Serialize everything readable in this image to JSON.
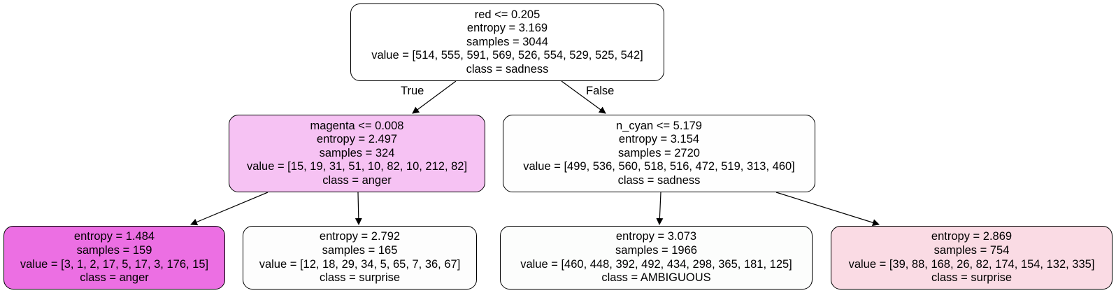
{
  "tree": {
    "nodes": [
      {
        "id": "root",
        "lines": [
          "red <= 0.205",
          "entropy = 3.169",
          "samples = 3044",
          "value = [514, 555, 591, 569, 526, 554, 529, 525, 542]",
          "class = sadness"
        ],
        "fill": "#ffffff"
      },
      {
        "id": "n1",
        "lines": [
          "magenta <= 0.008",
          "entropy = 2.497",
          "samples = 324",
          "value = [15, 19, 31, 51, 10, 82, 10, 212, 82]",
          "class = anger"
        ],
        "fill": "#f6c2f3"
      },
      {
        "id": "n2",
        "lines": [
          "n_cyan <= 5.179",
          "entropy = 3.154",
          "samples = 2720",
          "value = [499, 536, 560, 518, 516, 472, 519, 313, 460]",
          "class = sadness"
        ],
        "fill": "#fefefe"
      },
      {
        "id": "n3",
        "lines": [
          "entropy = 1.484",
          "samples = 159",
          "value = [3, 1, 2, 17, 5, 17, 3, 176, 15]",
          "class = anger"
        ],
        "fill": "#ec6fe3"
      },
      {
        "id": "n4",
        "lines": [
          "entropy = 2.792",
          "samples = 165",
          "value = [12, 18, 29, 34, 5, 65, 7, 36, 67]",
          "class = surprise"
        ],
        "fill": "#fdfdfd"
      },
      {
        "id": "n5",
        "lines": [
          "entropy = 3.073",
          "samples = 1966",
          "value = [460, 448, 392, 492, 434, 298, 365, 181, 125]",
          "class = AMBIGUOUS"
        ],
        "fill": "#fcfdfc"
      },
      {
        "id": "n6",
        "lines": [
          "entropy = 2.869",
          "samples = 754",
          "value = [39, 88, 168, 26, 82, 174, 154, 132, 335]",
          "class = surprise"
        ],
        "fill": "#fadbe4"
      }
    ],
    "edges": [
      {
        "from": "root",
        "to": "n1",
        "label": "True"
      },
      {
        "from": "root",
        "to": "n2",
        "label": "False"
      },
      {
        "from": "n1",
        "to": "n3",
        "label": ""
      },
      {
        "from": "n1",
        "to": "n4",
        "label": ""
      },
      {
        "from": "n2",
        "to": "n5",
        "label": ""
      },
      {
        "from": "n2",
        "to": "n6",
        "label": ""
      }
    ]
  }
}
